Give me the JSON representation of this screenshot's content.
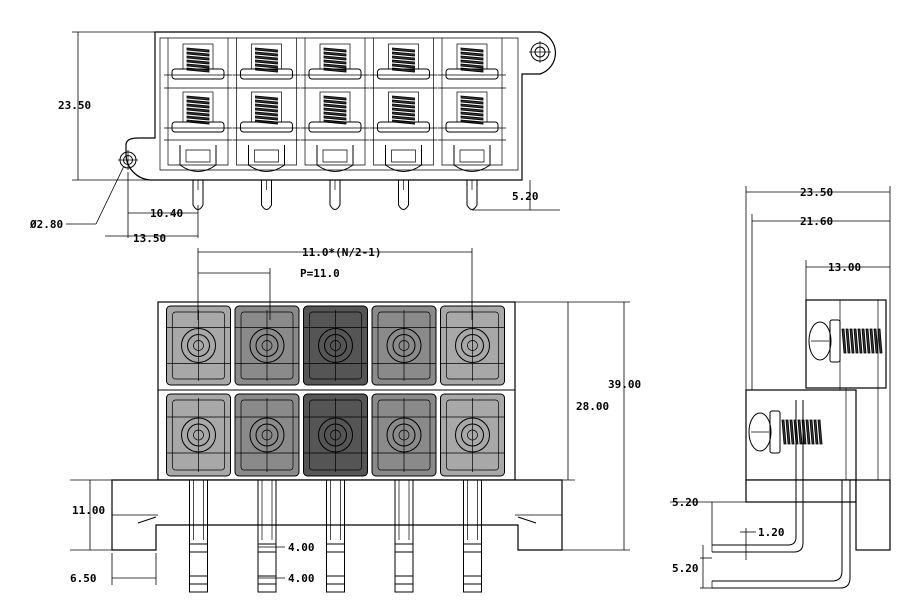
{
  "dimensions": {
    "top_height": "23.50",
    "hole_diameter": "Ø2.80",
    "hole_offset_a": "10.40",
    "hole_offset_b": "13.50",
    "pin_extension": "5.20",
    "span_formula": "11.0*(N/2-1)",
    "pitch": "P=11.0",
    "inner_height": "28.00",
    "total_height": "39.00",
    "base_height": "11.00",
    "base_offset": "6.50",
    "pin_width_a": "4.00",
    "pin_width_b": "4.00",
    "side_width": "23.50",
    "side_inner_width": "21.60",
    "side_upper_width": "13.00",
    "side_base_height": "5.20",
    "side_pin_thickness": "1.20",
    "side_pin_gap": "5.20"
  },
  "views": {
    "top_view": {
      "positions": 5,
      "rows": 2
    },
    "front_view": {
      "positions": 5,
      "rows": 2,
      "shades": [
        "light",
        "mid",
        "dark",
        "mid",
        "light"
      ]
    },
    "side_view": {
      "screws": 2
    }
  }
}
